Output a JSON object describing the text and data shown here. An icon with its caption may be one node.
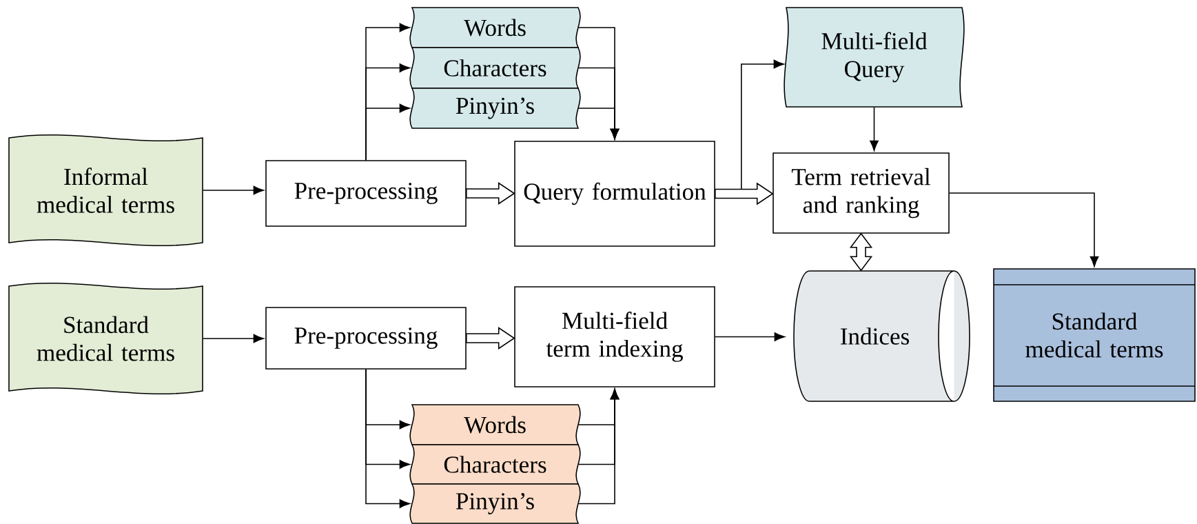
{
  "diagram": {
    "nodes": [
      {
        "text": [
          "Informal medical terms"
        ]
      },
      {
        "text": [
          "Pre-processing"
        ]
      },
      {
        "text": [
          "Words"
        ]
      },
      {
        "text": [
          "Characters"
        ]
      },
      {
        "text": [
          "Pinyin’s"
        ]
      },
      {
        "text": [
          "Query formulation"
        ]
      },
      {
        "text": [
          "Multi-field Query"
        ]
      },
      {
        "text": [
          "Term retrieval and ranking"
        ]
      },
      {
        "text": [
          "Standard medical terms"
        ]
      },
      {
        "text": [
          "Pre-processing"
        ]
      },
      {
        "text": [
          "Multi-field term indexing"
        ]
      },
      {
        "text": [
          "Words"
        ]
      },
      {
        "text": [
          "Characters"
        ]
      },
      {
        "text": [
          "Pinyin’s"
        ]
      },
      {
        "text": [
          "Indices"
        ]
      },
      {
        "text": [
          "Standard medical terms"
        ]
      }
    ],
    "edges": [
      {
        "from": 0,
        "to": 1,
        "arrow": "to"
      },
      {
        "from": 1,
        "to": 2,
        "arrow": "to"
      },
      {
        "from": 1,
        "to": 3,
        "arrow": "to"
      },
      {
        "from": 1,
        "to": 4,
        "arrow": "to"
      },
      {
        "from": 2,
        "to": 5,
        "arrow": "to"
      },
      {
        "from": 3,
        "to": 5,
        "arrow": "to"
      },
      {
        "from": 4,
        "to": 5,
        "arrow": "to"
      },
      {
        "from": 1,
        "to": 5,
        "arrow": "to",
        "style": "thick"
      },
      {
        "from": 5,
        "to": 7,
        "arrow": "to",
        "style": "thick"
      },
      {
        "from": 5,
        "to": 6,
        "arrow": "to"
      },
      {
        "from": 6,
        "to": 7,
        "arrow": "to"
      },
      {
        "from": 7,
        "to": 14,
        "arrow": "both",
        "style": "thick"
      },
      {
        "from": 7,
        "to": 15,
        "arrow": "to"
      },
      {
        "from": 8,
        "to": 9,
        "arrow": "to"
      },
      {
        "from": 9,
        "to": 10,
        "arrow": "to",
        "style": "thick"
      },
      {
        "from": 10,
        "to": 14,
        "arrow": "to"
      },
      {
        "from": 9,
        "to": 11,
        "arrow": "to"
      },
      {
        "from": 9,
        "to": 12,
        "arrow": "to"
      },
      {
        "from": 9,
        "to": 13,
        "arrow": "to"
      },
      {
        "from": 11,
        "to": 10,
        "arrow": "to"
      },
      {
        "from": 12,
        "to": 10,
        "arrow": "to"
      },
      {
        "from": 13,
        "to": 10,
        "arrow": "to"
      }
    ]
  }
}
